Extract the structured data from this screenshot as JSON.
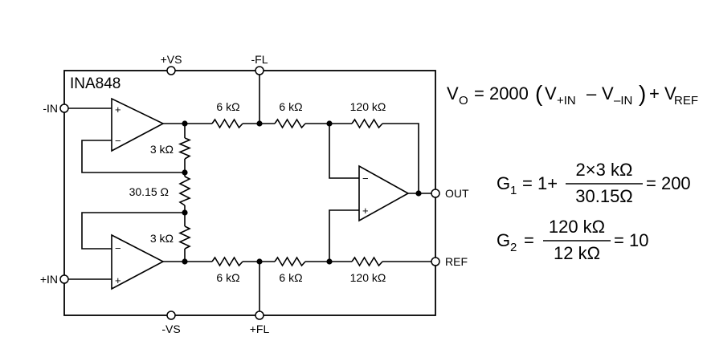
{
  "device": {
    "name": "INA848"
  },
  "pins": {
    "vs_pos": "+VS",
    "vs_neg": "-VS",
    "fl_neg": "-FL",
    "fl_pos": "+FL",
    "in_neg": "-IN",
    "in_pos": "+IN",
    "out": "OUT",
    "ref": "REF"
  },
  "resistors": {
    "r_fb_top": "3 kΩ",
    "r_gain": "30.15 Ω",
    "r_fb_bot": "3 kΩ",
    "r_top_1": "6 kΩ",
    "r_top_2": "6 kΩ",
    "r_top_3": "120 kΩ",
    "r_bot_1": "6 kΩ",
    "r_bot_2": "6 kΩ",
    "r_bot_3": "120 kΩ"
  },
  "opamp_signs": {
    "plus": "+",
    "minus": "−"
  },
  "equations": {
    "vo": {
      "lhs": "V",
      "lhs_sub": "O",
      "eq": "= 2000",
      "lparen": "(",
      "t1": "V",
      "t1_sub": "+IN",
      "minus": "–",
      "t2": "V",
      "t2_sub": "–IN",
      "rparen": ")",
      "plus": "+ V",
      "plus_sub": "REF"
    },
    "g1": {
      "lhs": "G",
      "lhs_sub": "1",
      "prefix": "= 1+",
      "num": "2×3 kΩ",
      "den": "30.15Ω",
      "result": "= 200"
    },
    "g2": {
      "lhs": "G",
      "lhs_sub": "2",
      "prefix": "=",
      "num": "120 kΩ",
      "den": "12 kΩ",
      "result": "= 10"
    }
  }
}
